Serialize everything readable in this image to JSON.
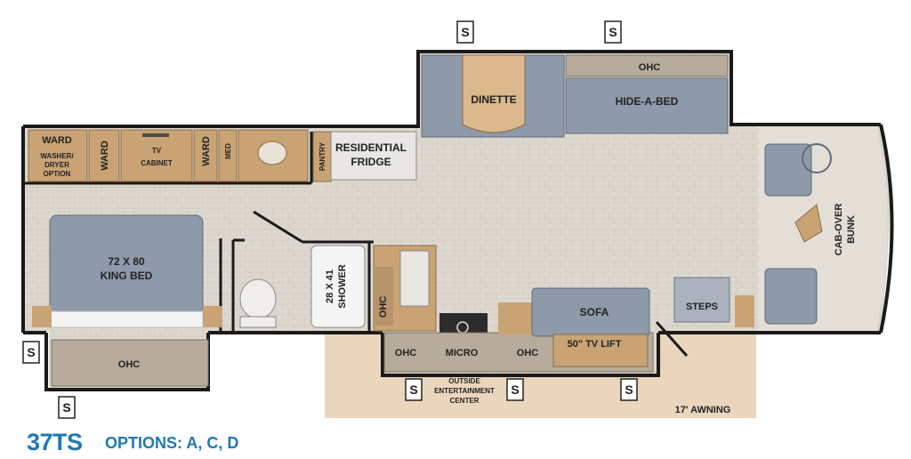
{
  "model": "37TS",
  "options_text": "OPTIONS: A, C, D",
  "rooms": {
    "ward_main": "WARD",
    "washer_dryer": [
      "WASHER/",
      "DRYER",
      "OPTION"
    ],
    "ward_vertical_1": "WARD",
    "tv_cabinet": [
      "TV",
      "CABINET"
    ],
    "ward_vertical_2": "WARD",
    "med": "MED",
    "pantry": "PANTRY",
    "residential_fridge": [
      "RESIDENTIAL",
      "FRIDGE"
    ],
    "dinette": "DINETTE",
    "ohc_top": "OHC",
    "hide_a_bed": "HIDE-A-BED",
    "cab_over_bunk": [
      "CAB-OVER",
      "BUNK"
    ],
    "king_bed": [
      "72 X 80",
      "KING BED"
    ],
    "shower": [
      "28 X 41",
      "SHOWER"
    ],
    "ohc_kitchen": "OHC",
    "sofa": "SOFA",
    "steps": "STEPS",
    "ohc_bedroom": "OHC",
    "ohc_lower_1": "OHC",
    "micro": "MICRO",
    "ohc_lower_2": "OHC",
    "tv_lift": "50\" TV LIFT",
    "outside_entertainment": [
      "OUTSIDE",
      "ENTERTAINMENT",
      "CENTER"
    ],
    "awning": "17' AWNING"
  },
  "slide_marker": "S",
  "colors": {
    "wall": "#1a1a1a",
    "floor": "#ddd8cf",
    "cabinet": "#c9a374",
    "furniture": "#8e9aa9",
    "ohc": "#b7ab9c",
    "awning": "#ead6bd",
    "title": "#1f78b4"
  }
}
